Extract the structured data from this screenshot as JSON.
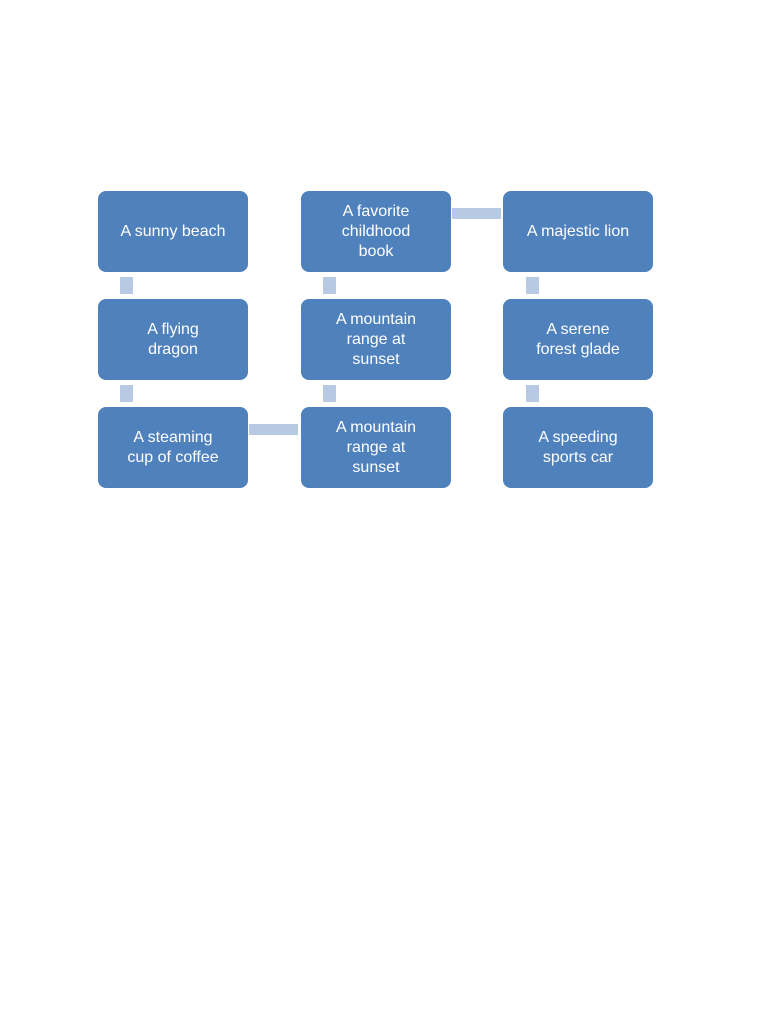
{
  "page": {
    "background": "#ffffff"
  },
  "diagram": {
    "type": "smartart-bending-process-grid",
    "colors": {
      "box_fill": "#4F81BD",
      "box_text": "#ffffff",
      "connector_fill": "#B7C9E3"
    },
    "boxes": [
      {
        "id": "r1c1",
        "label": "A sunny beach"
      },
      {
        "id": "r1c2",
        "label": "A favorite\nchildhood\nbook"
      },
      {
        "id": "r1c3",
        "label": "A majestic lion"
      },
      {
        "id": "r2c1",
        "label": "A flying\ndragon"
      },
      {
        "id": "r2c2",
        "label": "A mountain\nrange at\nsunset"
      },
      {
        "id": "r2c3",
        "label": "A serene\nforest glade"
      },
      {
        "id": "r3c1",
        "label": "A steaming\ncup of coffee"
      },
      {
        "id": "r3c2",
        "label": "A mountain\nrange at\nsunset"
      },
      {
        "id": "r3c3",
        "label": "A speeding\nsports car"
      }
    ],
    "connectors": [
      {
        "between": [
          "r1c2",
          "r1c3"
        ],
        "orientation": "horizontal"
      },
      {
        "between": [
          "r1c1",
          "r2c1"
        ],
        "orientation": "vertical"
      },
      {
        "between": [
          "r2c1",
          "r3c1"
        ],
        "orientation": "vertical"
      },
      {
        "between": [
          "r1c2",
          "r2c2"
        ],
        "orientation": "vertical"
      },
      {
        "between": [
          "r2c2",
          "r3c2"
        ],
        "orientation": "vertical"
      },
      {
        "between": [
          "r1c3",
          "r2c3"
        ],
        "orientation": "vertical"
      },
      {
        "between": [
          "r2c3",
          "r3c3"
        ],
        "orientation": "vertical"
      },
      {
        "between": [
          "r3c1",
          "r3c2"
        ],
        "orientation": "horizontal"
      }
    ]
  }
}
